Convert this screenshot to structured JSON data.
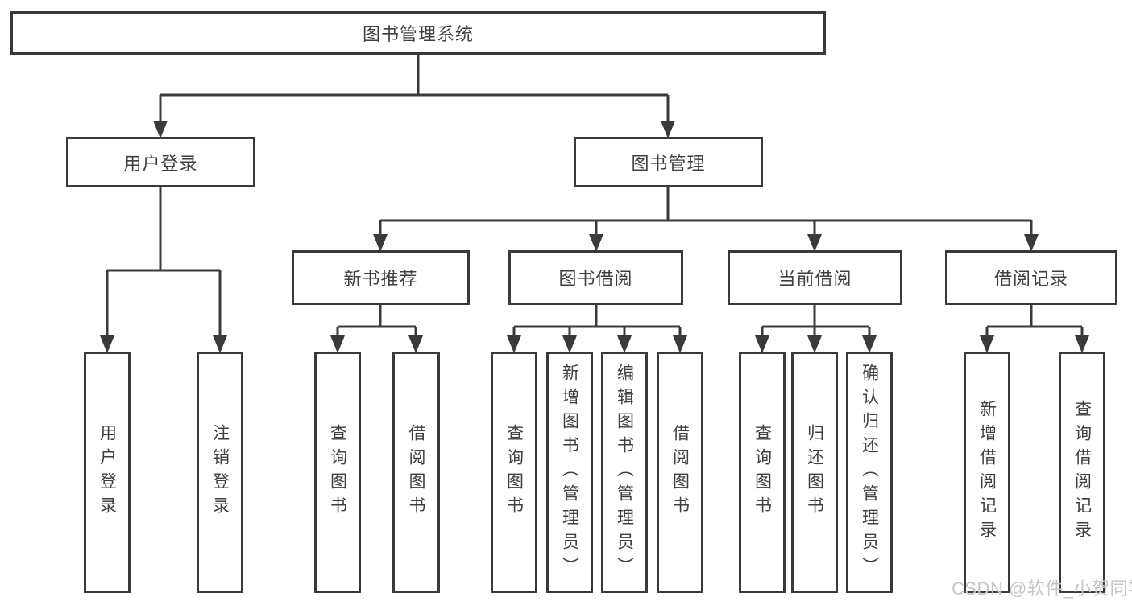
{
  "diagram": {
    "root": {
      "label": "图书管理系统"
    },
    "user_login": {
      "label": "用户登录",
      "children": [
        {
          "label": "用户登录"
        },
        {
          "label": "注销登录"
        }
      ]
    },
    "book_management": {
      "label": "图书管理",
      "sections": [
        {
          "label": "新书推荐",
          "children": [
            {
              "label": "查询图书"
            },
            {
              "label": "借阅图书"
            }
          ]
        },
        {
          "label": "图书借阅",
          "children": [
            {
              "label": "查询图书"
            },
            {
              "label": "新增图书（管理员）"
            },
            {
              "label": "编辑图书（管理员）"
            },
            {
              "label": "借阅图书"
            }
          ]
        },
        {
          "label": "当前借阅",
          "children": [
            {
              "label": "查询图书"
            },
            {
              "label": "归还图书"
            },
            {
              "label": "确认归还（管理员）"
            }
          ]
        },
        {
          "label": "借阅记录",
          "children": [
            {
              "label": "新增借阅记录"
            },
            {
              "label": "查询借阅记录"
            }
          ]
        }
      ]
    }
  },
  "watermark": {
    "text": "CSDN @软件_小贺同学"
  },
  "colors": {
    "line": "#3a3a3a",
    "text": "#3f3f3f",
    "watermark": "#c3c5c9",
    "background": "#ffffff"
  }
}
